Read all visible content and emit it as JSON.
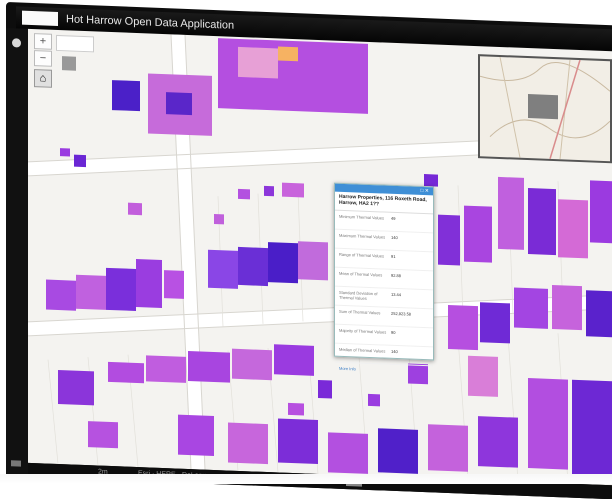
{
  "window": {
    "title": "Hot Harrow Open Data Application"
  },
  "map": {
    "zoom_in": "+",
    "zoom_out": "−",
    "home_icon": "home-icon",
    "search_placeholder": "",
    "footprint_colors": [
      "#7a1fd6",
      "#a437e6",
      "#d66ad8",
      "#f0a0c8",
      "#f7b070",
      "#3a22c8"
    ]
  },
  "popup": {
    "title": "Harrow Properties, 116 Roxeth Road, Harrow, HA2 1??",
    "fields": [
      {
        "label": "Minimum Thermal Values",
        "value": "49"
      },
      {
        "label": "Maximum Thermal Values",
        "value": "140"
      },
      {
        "label": "Range of Thermal Values",
        "value": "91"
      },
      {
        "label": "Mean of Thermal Values",
        "value": "92.88"
      },
      {
        "label": "Standard Deviation of Thermal Values",
        "value": "13.44"
      },
      {
        "label": "Sum of Thermal Values",
        "value": "252,923.58"
      },
      {
        "label": "Majority of Thermal Values",
        "value": "90"
      },
      {
        "label": "Median of Thermal Values",
        "value": "140"
      }
    ],
    "more_link": "More Info"
  },
  "statusbar": {
    "scale": "2m",
    "attrib": "Esri · HERE · DeLorme"
  }
}
